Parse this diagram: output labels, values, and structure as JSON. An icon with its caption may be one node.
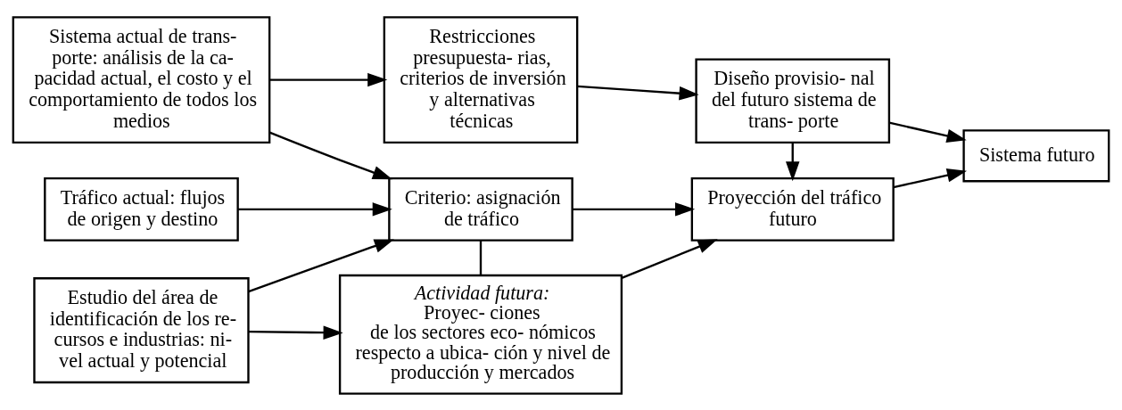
{
  "diagram": {
    "nodes": [
      {
        "text": [
          "Estudio del área de identificación de los re- cursos e industrias: ni- vel actual y potencial"
        ]
      },
      {
        "text": [
          "*Actividad futura:* Proyec- ciones de los sectores eco- nómicos respecto a ubica- ción y nivel de producción y mercados"
        ]
      },
      {
        "text": [
          "Proyección del tráfico futuro"
        ]
      },
      {
        "text": [
          "Tráfico actual: flujos de origen y destino"
        ]
      },
      {
        "text": [
          "Criterio: asignación de tráfico"
        ]
      },
      {
        "text": [
          "Sistema futuro"
        ]
      },
      {
        "text": [
          "Diseño provisio- nal del futuro sistema de trans- porte"
        ]
      },
      {
        "text": [
          "Sistema actual de trans- porte: análisis de la ca- pacidad actual, el costo y el comportamiento de todos los medios"
        ]
      },
      {
        "text": [
          "Restricciones presupuesta- rias, criterios de inversión y alternativas técnicas"
        ]
      }
    ],
    "edges": [
      {
        "from": 0,
        "to": 1,
        "arrow": "to"
      },
      {
        "from": 0,
        "to": 4,
        "arrow": "to"
      },
      {
        "from": 1,
        "to": 2,
        "arrow": "to"
      },
      {
        "from": 1,
        "to": 4,
        "arrow": "none"
      },
      {
        "from": 3,
        "to": 4,
        "arrow": "to"
      },
      {
        "from": 4,
        "to": 2,
        "arrow": "to"
      },
      {
        "from": 7,
        "to": 4,
        "arrow": "to"
      },
      {
        "from": 7,
        "to": 8,
        "arrow": "to"
      },
      {
        "from": 8,
        "to": 6,
        "arrow": "to"
      },
      {
        "from": 6,
        "to": 2,
        "arrow": "to"
      },
      {
        "from": 2,
        "to": 5,
        "arrow": "to"
      },
      {
        "from": 6,
        "to": 5,
        "arrow": "to"
      }
    ]
  }
}
